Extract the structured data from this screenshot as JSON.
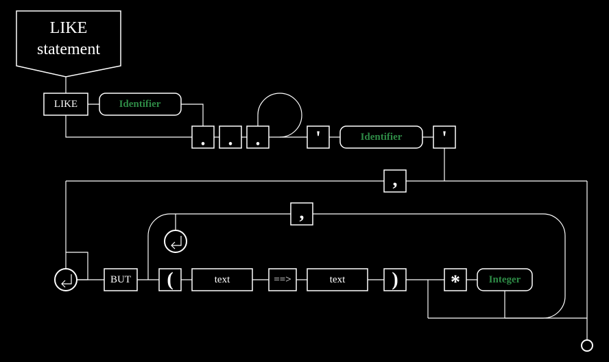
{
  "title": {
    "line1": "LIKE",
    "line2": "statement"
  },
  "row1": {
    "like_keyword": "LIKE",
    "identifier": "Identifier"
  },
  "row2": {
    "dot1": ".",
    "dot2": ".",
    "dot3": ".",
    "quote_open": "'",
    "identifier": "Identifier",
    "quote_close": "'"
  },
  "row3": {
    "comma_outer": ",",
    "comma_inner": ",",
    "but_keyword": "BUT",
    "paren_open": "(",
    "text_from": "text",
    "arrow": "==>",
    "text_to": "text",
    "paren_close": ")",
    "star": "*",
    "integer": "Integer"
  },
  "colors": {
    "background": "#000000",
    "lines": "#ffffff",
    "nonterminal_text": "#2e8b46"
  }
}
